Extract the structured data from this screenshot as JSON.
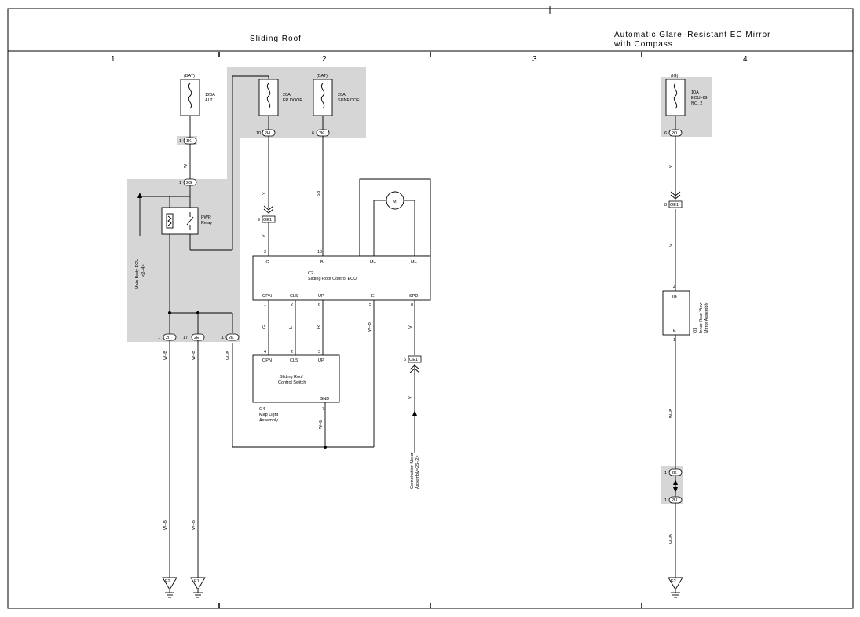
{
  "header": {
    "left_title": "Sliding Roof",
    "right_title_line1": "Automatic Glare–Resistant EC Mirror",
    "right_title_line2": "with Compass"
  },
  "columns": [
    "1",
    "2",
    "3",
    "4"
  ],
  "fuses": {
    "alt": {
      "source": "(BAT)",
      "rating": "120A",
      "name": "ALT"
    },
    "frdoor": {
      "rating": "20A",
      "name": "FR DOOR"
    },
    "sunroof": {
      "source": "(BAT)",
      "rating": "20A",
      "name": "SUNROOF"
    },
    "ecuig": {
      "source": "(IG)",
      "rating": "10A",
      "name1": "ECU–IG",
      "name2": "NO. 2"
    }
  },
  "relay": {
    "line1": "PWR",
    "line2": "Relay"
  },
  "main_body_ecu": {
    "line1": "Main Body ECU",
    "line2": "<2–4>"
  },
  "ecu": {
    "code": "C2",
    "name": "Sliding Roof Control ECU",
    "top_pins": [
      {
        "num": "3",
        "label": "IG"
      },
      {
        "num": "10",
        "label": "B"
      },
      {
        "num": "",
        "label": "M+"
      },
      {
        "num": "",
        "label": "M–"
      }
    ],
    "bottom_pins": [
      {
        "num": "1",
        "label": "OPN"
      },
      {
        "num": "2",
        "label": "CLS"
      },
      {
        "num": "6",
        "label": "UP"
      },
      {
        "num": "5",
        "label": "E"
      },
      {
        "num": "8",
        "label": "SPD"
      }
    ]
  },
  "motor_label": "M",
  "switch": {
    "name_line1": "Sliding Roof",
    "name_line2": "Control Switch",
    "top_pins": [
      {
        "num": "4",
        "label": "OPN"
      },
      {
        "num": "2",
        "label": "CLS"
      },
      {
        "num": "3",
        "label": "UP"
      }
    ],
    "gnd": {
      "num": "7",
      "label": "GND"
    },
    "assembly_code": "O4",
    "assembly_line1": "Map Light",
    "assembly_line2": "Assembly"
  },
  "mirror": {
    "top": {
      "num": "4",
      "label": "IG"
    },
    "bottom": {
      "num": "1",
      "label": "E"
    },
    "code": "O3",
    "name_line1": "Inner Rear View",
    "name_line2": "Mirror Assembly"
  },
  "combination_meter": {
    "line1": "Combination Meter",
    "line2": "Assembly<26–2>"
  },
  "connectors": {
    "1K": {
      "pin": "1",
      "code": "1K"
    },
    "2G": {
      "pin": "1",
      "code": "2G"
    },
    "2H": {
      "pin": "10",
      "code": "2H"
    },
    "2K_top": {
      "pin": "6",
      "code": "2K"
    },
    "2I": {
      "pin": "1",
      "code": "2I"
    },
    "2E": {
      "pin": "17",
      "code": "2E"
    },
    "2K_mid": {
      "pin": "1",
      "code": "2K"
    },
    "2O": {
      "pin": "6",
      "code": "2O"
    },
    "2K_low": {
      "pin": "1",
      "code": "2K"
    },
    "2U": {
      "pin": "1",
      "code": "2U"
    },
    "OE1_a": {
      "pin": "9",
      "code": "OE1"
    },
    "OE1_b": {
      "pin": "6",
      "code": "OE1"
    },
    "OE1_c": {
      "pin": "8",
      "code": "OE1"
    }
  },
  "wire_colors": {
    "W": "W",
    "Y": "Y",
    "SB": "SB",
    "G": "G",
    "L": "L",
    "R": "R",
    "WB": "W–B",
    "V": "V"
  },
  "grounds": {
    "e2": "E2",
    "e1": "E1"
  }
}
